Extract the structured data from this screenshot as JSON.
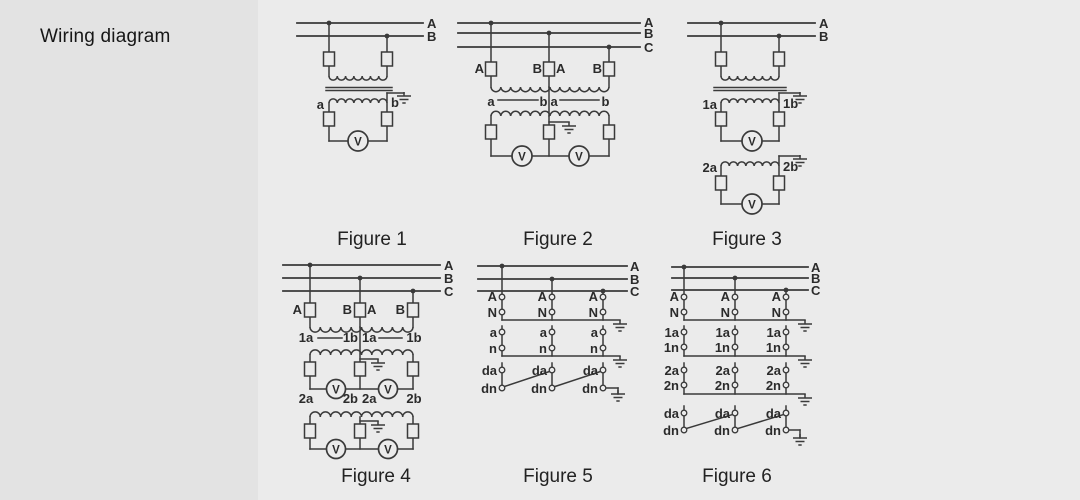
{
  "page": {
    "title": "Wiring diagram"
  },
  "colors": {
    "background": "#e3e3e3",
    "panel": "#ebebeb",
    "line": "#3a3a3a",
    "text": "#2b2b2b"
  },
  "figures": {
    "fig1": {
      "caption": "Figure 1",
      "phase_a": "A",
      "phase_b": "B",
      "terminal_a": "a",
      "terminal_b": "b",
      "voltmeter": "V"
    },
    "fig2": {
      "caption": "Figure 2",
      "phase_a": "A",
      "phase_b": "B",
      "phase_c": "C",
      "fuse_label_1": "A",
      "fuse_label_2_left": "B",
      "fuse_label_2_right": "A",
      "fuse_label_3": "B",
      "terminal_1": "a",
      "terminal_2_left": "b",
      "terminal_2_right": "a",
      "terminal_3": "b",
      "voltmeter": "V"
    },
    "fig3": {
      "caption": "Figure 3",
      "phase_a": "A",
      "phase_b": "B",
      "sec1_a": "1a",
      "sec1_b": "1b",
      "sec2_a": "2a",
      "sec2_b": "2b",
      "voltmeter": "V"
    },
    "fig4": {
      "caption": "Figure 4",
      "phase_a": "A",
      "phase_b": "B",
      "phase_c": "C",
      "fuse_label_1": "A",
      "fuse_label_2_left": "B",
      "fuse_label_2_right": "A",
      "fuse_label_3": "B",
      "row1_t1": "1a",
      "row1_t2_left": "1b",
      "row1_t2_right": "1a",
      "row1_t3": "1b",
      "row2_t1": "2a",
      "row2_t2_left": "2b",
      "row2_t2_right": "2a",
      "row2_t3": "2b",
      "voltmeter": "V"
    },
    "fig5": {
      "caption": "Figure 5",
      "phase_a": "A",
      "phase_b": "B",
      "phase_c": "C",
      "rows": [
        {
          "top": "A",
          "bottom": "N"
        },
        {
          "top": "a",
          "bottom": "n"
        },
        {
          "top": "da",
          "bottom": "dn"
        }
      ]
    },
    "fig6": {
      "caption": "Figure 6",
      "phase_a": "A",
      "phase_b": "B",
      "phase_c": "C",
      "rows": [
        {
          "top": "A",
          "bottom": "N"
        },
        {
          "top": "1a",
          "bottom": "1n"
        },
        {
          "top": "2a",
          "bottom": "2n"
        },
        {
          "top": "da",
          "bottom": "dn"
        }
      ]
    }
  }
}
